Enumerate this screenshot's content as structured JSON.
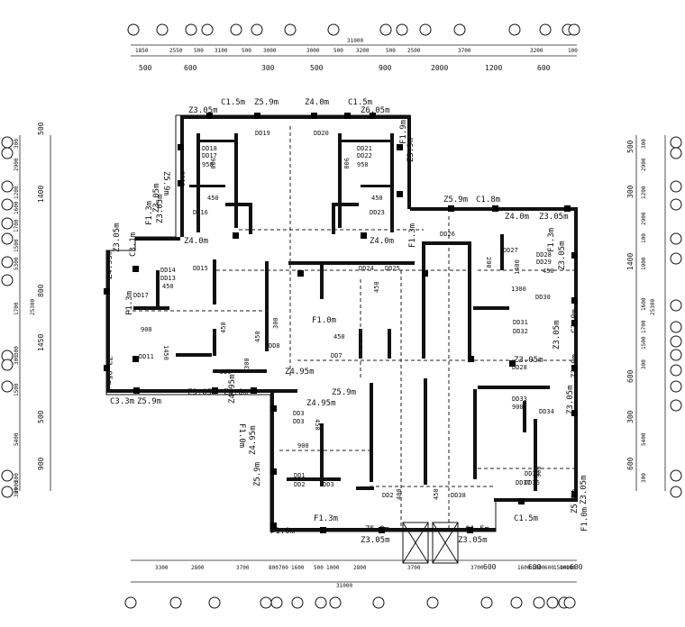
{
  "dims": {
    "top1": [
      "1850",
      "2550",
      "500",
      "3100",
      "500",
      "3000",
      "3000",
      "500",
      "3200",
      "500",
      "2500",
      "3700",
      "3200",
      "100"
    ],
    "top_total": "31000",
    "top2": [
      "500",
      "600",
      "300",
      "500",
      "900",
      "2000",
      "1200",
      "600"
    ],
    "bottom1": [
      "3300",
      "2800",
      "3700",
      "800",
      "700",
      "1600",
      "500",
      "1000",
      "2800",
      "3700",
      "3700",
      "1600",
      "1600",
      "600",
      "1500",
      "100",
      "100"
    ],
    "bottom_total": "31000",
    "bottom2": [
      "600",
      "600",
      "600"
    ],
    "left1": [
      "300",
      "2900",
      "1200",
      "1600",
      "1700",
      "1500",
      "5300",
      "1700",
      "300",
      "300",
      "1500",
      "5400",
      "300",
      "2900",
      "300"
    ],
    "left_total": "25300",
    "left2": [
      "500",
      "1400",
      "800",
      "1450",
      "500",
      "900"
    ],
    "right1": [
      "300",
      "2900",
      "1200",
      "2900",
      "100",
      "1900",
      "1600",
      "1700",
      "1500",
      "300",
      "5400",
      "300"
    ],
    "right_total": "25300",
    "right2": [
      "500",
      "300",
      "1400",
      "600",
      "300",
      "600"
    ]
  },
  "elevations": [
    "Z3.05m",
    "C1.5m",
    "Z5.9m",
    "Z4.0m",
    "C1.5m",
    "Z6.05m",
    "F1.9m",
    "Z5.9m",
    "Z5.9m",
    "Z3.05m",
    "F1.3m",
    "Z3.05m",
    "Z5.9m",
    "C1.8m",
    "Z4.0m",
    "Z3.05m",
    "Z4.0m",
    "Z4.0m",
    "F1.3m",
    "Z3.05m",
    "C3.1m",
    "Z4.95m",
    "F1.3m",
    "Z3.05m",
    "C3.3m",
    "Z5.9m",
    "Z3.05m",
    "Z4.0m",
    "Z4.95m",
    "F1.0m",
    "Z4.95m",
    "F1.0m",
    "Z5.9m",
    "Z4.95m",
    "Z3.05m",
    "F1.3m",
    "Z3.05m",
    "C3.0m",
    "Z3.05m",
    "Z3.0m",
    "Z3.05m",
    "Z4.95m",
    "Z5.9m",
    "F1.0m",
    "F1.3m",
    "Z5.9m",
    "Z3.05m",
    "C1.5m",
    "Z3.05m",
    "C1.5m",
    "Z5.9m",
    "Z3.05m",
    "F1.0m"
  ],
  "rooms": [
    "DD19",
    "DD20",
    "DD18",
    "DD17",
    "950",
    "900",
    "DD21",
    "DD22",
    "950",
    "900",
    "DD16",
    "450",
    "DD23",
    "450",
    "DD26",
    "DD27",
    "DD28",
    "DD29",
    "450",
    "DD14",
    "DD13",
    "450",
    "DD15",
    "DD24",
    "DD25",
    "DD17",
    "900",
    "1450",
    "1400",
    "DD30",
    "1300",
    "DD31",
    "DD32",
    "DD11",
    "450",
    "DD28",
    "DD9",
    "DD8",
    "DD7",
    "450",
    "DD33",
    "900",
    "DD34",
    "DD3",
    "DD3",
    "450",
    "900",
    "DD35",
    "DD36",
    "DD1",
    "DD2",
    "DD3",
    "DD2",
    "DD38",
    "DD37",
    "900"
  ],
  "numbers": [
    "2900",
    "200",
    "450",
    "400",
    "450",
    "450",
    "300",
    "300"
  ]
}
